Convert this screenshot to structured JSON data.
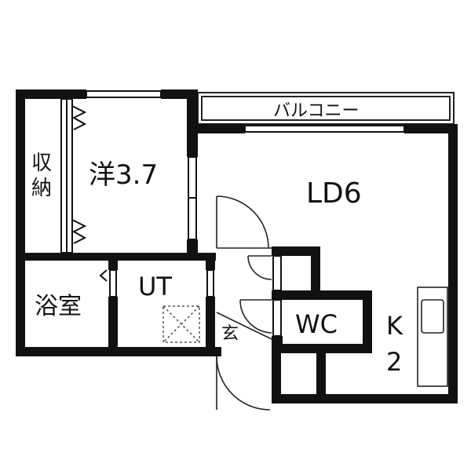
{
  "floorplan": {
    "colors": {
      "wall": "#111111",
      "background": "#ffffff",
      "line": "#222222",
      "dashed": "#555555"
    },
    "rooms": {
      "western_room": "洋3.7",
      "ld": "LD6",
      "storage_top": "収",
      "storage_bottom": "納",
      "bath": "浴室",
      "utility": "UT",
      "toilet": "WC",
      "entrance": "玄",
      "kitchen_top": "K",
      "kitchen_bottom": "2",
      "balcony": "バルコニー"
    }
  }
}
